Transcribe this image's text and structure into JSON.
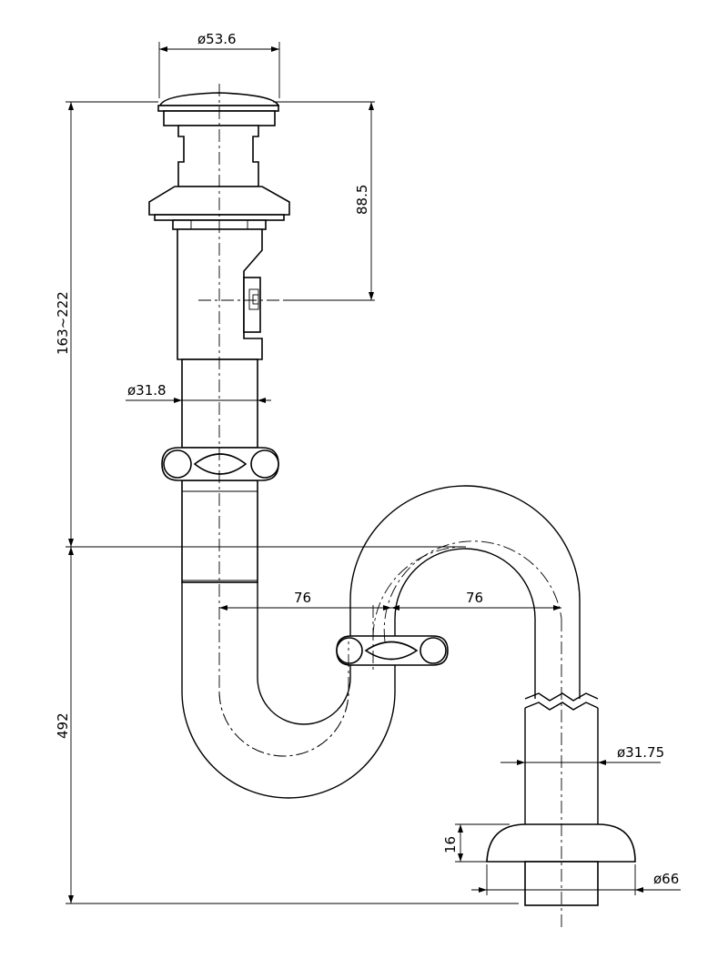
{
  "dimensions": {
    "cap_diameter": "ø53.6",
    "upper_height": "88.5",
    "overall_height_range": "163~222",
    "tail_diameter": "ø31.8",
    "left_offset": "76",
    "right_offset": "76",
    "trap_height": "492",
    "drain_pipe_diameter": "ø31.75",
    "flange_height": "16",
    "flange_diameter": "ø66"
  }
}
